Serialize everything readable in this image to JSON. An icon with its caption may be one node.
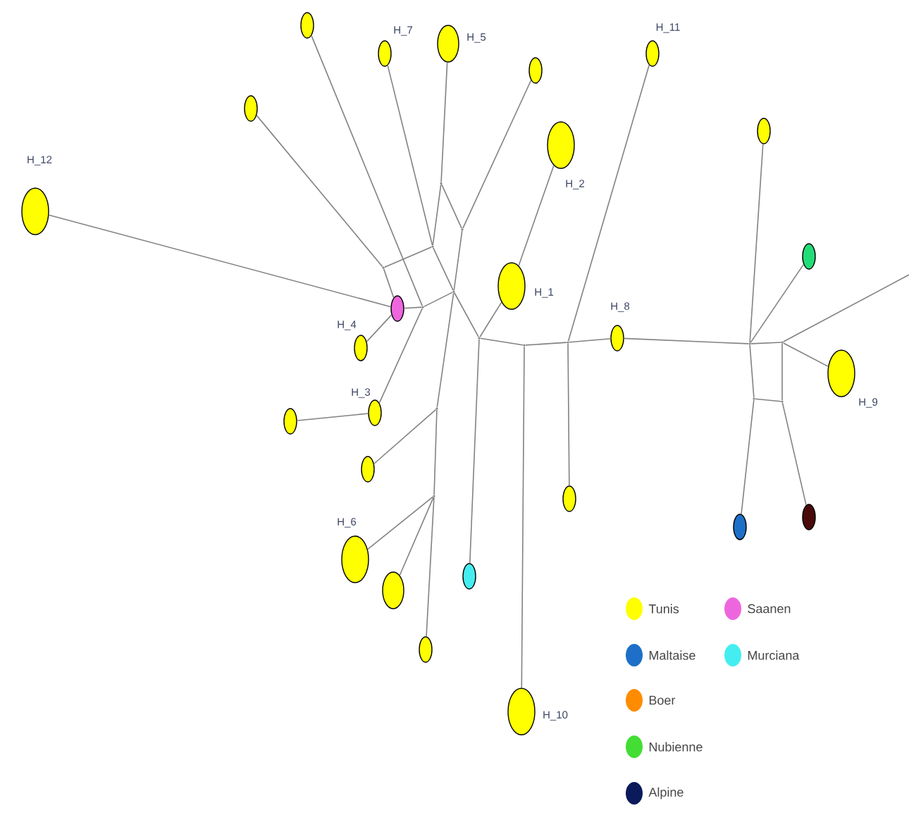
{
  "diagram": {
    "nodes": [
      {
        "text": [],
        "shape": "circle"
      },
      {
        "text": [
          "H_7"
        ]
      },
      {
        "text": [
          "H_5"
        ]
      },
      {
        "text": [
          "H_11"
        ]
      },
      {
        "text": [],
        "shape": "circle"
      },
      {
        "text": [],
        "shape": "circle"
      },
      {
        "text": [],
        "shape": "circle"
      },
      {
        "text": [
          "H_2"
        ]
      },
      {
        "text": [
          "H_12"
        ]
      },
      {
        "text": [],
        "shape": "circle"
      },
      {
        "text": [
          "H_1"
        ]
      },
      {
        "text": [],
        "shape": "circle"
      },
      {
        "text": [
          "H_8"
        ]
      },
      {
        "text": [
          "H_4"
        ]
      },
      {
        "text": [
          "H_9"
        ]
      },
      {
        "text": [
          "H_3"
        ]
      },
      {
        "text": [],
        "shape": "circle"
      },
      {
        "text": [],
        "shape": "circle"
      },
      {
        "text": [],
        "shape": "circle"
      },
      {
        "text": [],
        "shape": "circle"
      },
      {
        "text": [],
        "shape": "circle"
      },
      {
        "text": [
          "H_6"
        ]
      },
      {
        "text": [],
        "shape": "circle"
      },
      {
        "text": [],
        "shape": "circle"
      },
      {
        "text": [],
        "shape": "circle"
      },
      {
        "text": [
          "H_10"
        ]
      },
      {
        "text": [],
        "shape": "point"
      },
      {
        "text": [],
        "shape": "point"
      },
      {
        "text": [],
        "shape": "point"
      },
      {
        "text": [],
        "shape": "point"
      },
      {
        "text": [],
        "shape": "point"
      },
      {
        "text": [],
        "shape": "point"
      },
      {
        "text": [],
        "shape": "point"
      },
      {
        "text": [],
        "shape": "point"
      },
      {
        "text": [],
        "shape": "point"
      },
      {
        "text": [],
        "shape": "point"
      },
      {
        "text": [],
        "shape": "point"
      },
      {
        "text": [],
        "shape": "point"
      },
      {
        "text": [],
        "shape": "point"
      },
      {
        "text": [],
        "shape": "point"
      },
      {
        "text": [],
        "shape": "point"
      }
    ],
    "edges": [
      {
        "from": 2,
        "to": 26,
        "arrow": "none"
      },
      {
        "from": 26,
        "to": 28,
        "arrow": "none"
      },
      {
        "from": 26,
        "to": 27,
        "arrow": "none"
      },
      {
        "from": 4,
        "to": 27,
        "arrow": "none"
      },
      {
        "from": 27,
        "to": 30,
        "arrow": "none"
      },
      {
        "from": 1,
        "to": 28,
        "arrow": "none"
      },
      {
        "from": 28,
        "to": 29,
        "arrow": "none"
      },
      {
        "from": 29,
        "to": 11,
        "arrow": "none"
      },
      {
        "from": 5,
        "to": 29,
        "arrow": "none"
      },
      {
        "from": 0,
        "to": 31,
        "arrow": "none"
      },
      {
        "from": 11,
        "to": 31,
        "arrow": "none"
      },
      {
        "from": 31,
        "to": 30,
        "arrow": "none"
      },
      {
        "from": 28,
        "to": 30,
        "arrow": "none"
      },
      {
        "from": 8,
        "to": 11,
        "arrow": "none"
      },
      {
        "from": 13,
        "to": 11,
        "arrow": "none"
      },
      {
        "from": 30,
        "to": 34,
        "arrow": "none"
      },
      {
        "from": 30,
        "to": 32,
        "arrow": "none"
      },
      {
        "from": 15,
        "to": 31,
        "arrow": "none"
      },
      {
        "from": 16,
        "to": 15,
        "arrow": "none"
      },
      {
        "from": 17,
        "to": 32,
        "arrow": "none"
      },
      {
        "from": 32,
        "to": 33,
        "arrow": "none"
      },
      {
        "from": 21,
        "to": 33,
        "arrow": "none"
      },
      {
        "from": 23,
        "to": 33,
        "arrow": "none"
      },
      {
        "from": 24,
        "to": 33,
        "arrow": "none"
      },
      {
        "from": 10,
        "to": 34,
        "arrow": "none"
      },
      {
        "from": 7,
        "to": 10,
        "arrow": "none"
      },
      {
        "from": 34,
        "to": 22,
        "arrow": "none"
      },
      {
        "from": 34,
        "to": 35,
        "arrow": "none"
      },
      {
        "from": 35,
        "to": 25,
        "arrow": "none"
      },
      {
        "from": 35,
        "to": 36,
        "arrow": "none"
      },
      {
        "from": 3,
        "to": 36,
        "arrow": "none"
      },
      {
        "from": 18,
        "to": 36,
        "arrow": "none"
      },
      {
        "from": 36,
        "to": 12,
        "arrow": "none"
      },
      {
        "from": 12,
        "to": 37,
        "arrow": "none"
      },
      {
        "from": 6,
        "to": 37,
        "arrow": "none"
      },
      {
        "from": 9,
        "to": 37,
        "arrow": "none"
      },
      {
        "from": 37,
        "to": 38,
        "arrow": "none"
      },
      {
        "from": 37,
        "to": 40,
        "arrow": "none"
      },
      {
        "from": 38,
        "to": 39,
        "arrow": "none"
      },
      {
        "from": 39,
        "to": 40,
        "arrow": "none"
      },
      {
        "from": 14,
        "to": 38,
        "arrow": "none"
      },
      {
        "from": 38,
        "to": null,
        "arrow": "none"
      },
      {
        "from": 20,
        "to": 40,
        "arrow": "none"
      },
      {
        "from": 19,
        "to": 39,
        "arrow": "none"
      }
    ],
    "legend": [
      {
        "text": "Tunis",
        "color": "#ffff00"
      },
      {
        "text": "Maltaise",
        "color": "#1e6fc8"
      },
      {
        "text": "Boer",
        "color": "#ff8c00"
      },
      {
        "text": "Nubienne",
        "color": "#44dd33"
      },
      {
        "text": "Alpine",
        "color": "#0a1a5a"
      },
      {
        "text": "Saanen",
        "color": "#ee66dd"
      },
      {
        "text": "Murciana",
        "color": "#44eef0"
      }
    ]
  }
}
